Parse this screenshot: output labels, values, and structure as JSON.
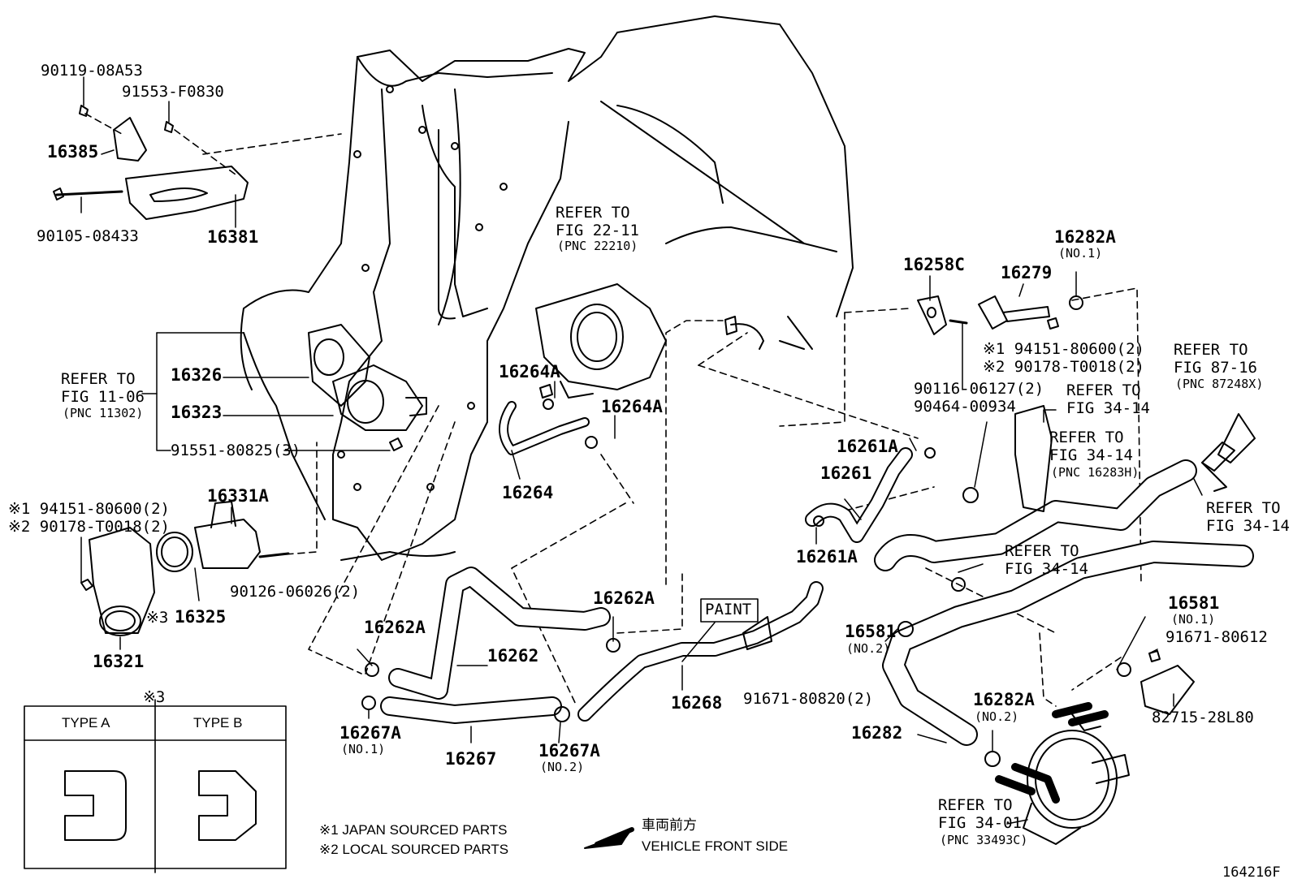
{
  "diagram_id": "164216F",
  "labels": {
    "p_90119": "90119-08A53",
    "p_91553": "91553-F0830",
    "p_16385": "16385",
    "p_90105": "90105-08433",
    "p_16381": "16381",
    "refer_fig22_1": "REFER TO",
    "refer_fig22_2": "FIG 22-11",
    "refer_fig22_3": "(PNC 22210)",
    "refer_fig11_1": "REFER TO",
    "refer_fig11_2": "FIG 11-06",
    "refer_fig11_3": "(PNC 11302)",
    "p_16326": "16326",
    "p_16323": "16323",
    "p_91551": "91551-80825(3)",
    "p_16264A_a": "16264A",
    "p_16264A_b": "16264A",
    "p_16264": "16264",
    "note1_a": "※1 94151-80600(2)",
    "note2_a": "※2 90178-T0018(2)",
    "p_16331A": "16331A",
    "p_90126": "90126-06026(2)",
    "p_16325": "16325",
    "mark3_a": "※3",
    "p_16321": "16321",
    "p_16258C": "16258C",
    "p_16279": "16279",
    "p_16282A_top": "16282A",
    "p_16282A_top_sub": "(NO.1)",
    "note1_b": "※1 94151-80600(2)",
    "note2_b": "※2 90178-T0018(2)",
    "p_90116": "90116-06127(2)",
    "p_90464": "90464-00934",
    "refer_fig34_14a_1": "REFER TO",
    "refer_fig34_14a_2": "FIG 34-14",
    "refer_fig34_14b_1": "REFER TO",
    "refer_fig34_14b_2": "FIG 34-14",
    "refer_fig34_14b_3": "(PNC 16283H)",
    "refer_fig87_1": "REFER TO",
    "refer_fig87_2": "FIG 87-16",
    "refer_fig87_3": "(PNC 87248X)",
    "refer_fig34_14c_1": "REFER TO",
    "refer_fig34_14c_2": "FIG 34-14",
    "refer_fig34_14d_1": "REFER TO",
    "refer_fig34_14d_2": "FIG 34-14",
    "p_16261A_a": "16261A",
    "p_16261": "16261",
    "p_16261A_b": "16261A",
    "p_16262A_a": "16262A",
    "p_16262A_b": "16262A",
    "p_16262": "16262",
    "paint": "PAINT",
    "p_16268": "16268",
    "p_91671_80820": "91671-80820(2)",
    "p_16581_a": "16581",
    "p_16581_a_sub": "(NO.2)",
    "p_16581_b": "16581",
    "p_16581_b_sub": "(NO.1)",
    "p_91671_80612": "91671-80612",
    "p_82715": "82715-28L80",
    "p_16282": "16282",
    "p_16282A_bot": "16282A",
    "p_16282A_bot_sub": "(NO.2)",
    "p_16267A_a": "16267A",
    "p_16267A_a_sub": "(NO.1)",
    "p_16267": "16267",
    "p_16267A_b": "16267A",
    "p_16267A_b_sub": "(NO.2)",
    "refer_fig34_01_1": "REFER TO",
    "refer_fig34_01_2": "FIG 34-01",
    "refer_fig34_01_3": "(PNC 33493C)",
    "mark3_b": "※3",
    "type_a": "TYPE A",
    "type_b": "TYPE B",
    "legend_1": "※1 JAPAN SOURCED PARTS",
    "legend_2": "※2 LOCAL SOURCED PARTS",
    "front_jp": "車両前方",
    "front_en": "VEHICLE FRONT SIDE"
  }
}
